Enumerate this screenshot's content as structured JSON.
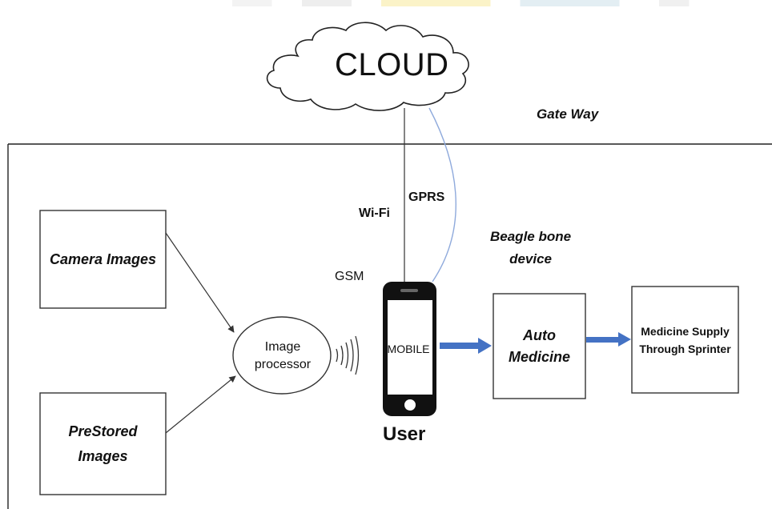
{
  "diagram": {
    "cloud": {
      "label": "CLOUD"
    },
    "gateway_label": "Gate Way",
    "links": {
      "wifi_label": "Wi-Fi",
      "gprs_label": "GPRS",
      "gsm_label": "GSM"
    },
    "beagle_label": {
      "line1": "Beagle bone",
      "line2": "device"
    },
    "inputs": {
      "camera": "Camera Images",
      "prestored_line1": "PreStored",
      "prestored_line2": "Images"
    },
    "processor": {
      "line1": "Image",
      "line2": "processor"
    },
    "mobile": {
      "screen_label": "MOBILE",
      "caption": "User"
    },
    "auto_medicine": {
      "line1": "Auto",
      "line2": "Medicine"
    },
    "supply": {
      "line1": "Medicine Supply",
      "line2": "Through Sprinter"
    },
    "colors": {
      "arrow_blue": "#4472c4",
      "gprs_line": "#8faadc",
      "outline": "#222222"
    },
    "icons": [
      "cloud-icon",
      "mobile-phone-icon",
      "signal-waves-icon"
    ]
  }
}
